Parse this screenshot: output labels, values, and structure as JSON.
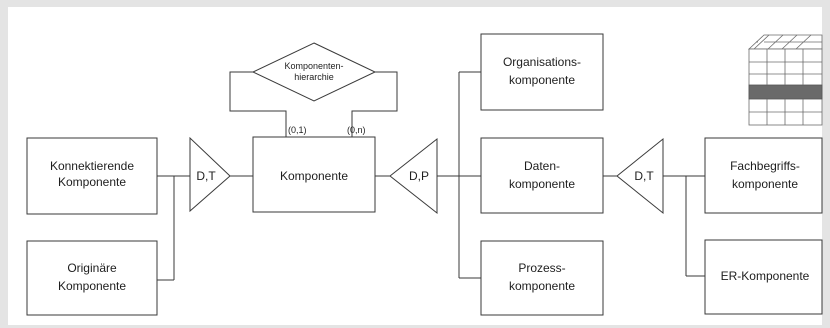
{
  "entities": {
    "konnektierende": [
      "Konnektierende",
      "Komponente"
    ],
    "originaere": [
      "Originäre",
      "Komponente"
    ],
    "komponente": [
      "Komponente"
    ],
    "organisation": [
      "Organisations-",
      "komponente"
    ],
    "daten": [
      "Daten-",
      "komponente"
    ],
    "prozess": [
      "Prozess-",
      "komponente"
    ],
    "fachbegriff": [
      "Fachbegriffs-",
      "komponente"
    ],
    "er": [
      "ER-Komponente"
    ]
  },
  "relationship": {
    "hierarchie": [
      "Komponenten-",
      "hierarchie"
    ],
    "card_left": "(0,1)",
    "card_right": "(0,n)"
  },
  "generalizations": {
    "left": "D,T",
    "middle": "D,P",
    "right": "D,T"
  },
  "colors": {
    "line": "#3a3a3a",
    "cube_band": "#6a6a6a"
  },
  "icon": "stacked-cube-icon"
}
